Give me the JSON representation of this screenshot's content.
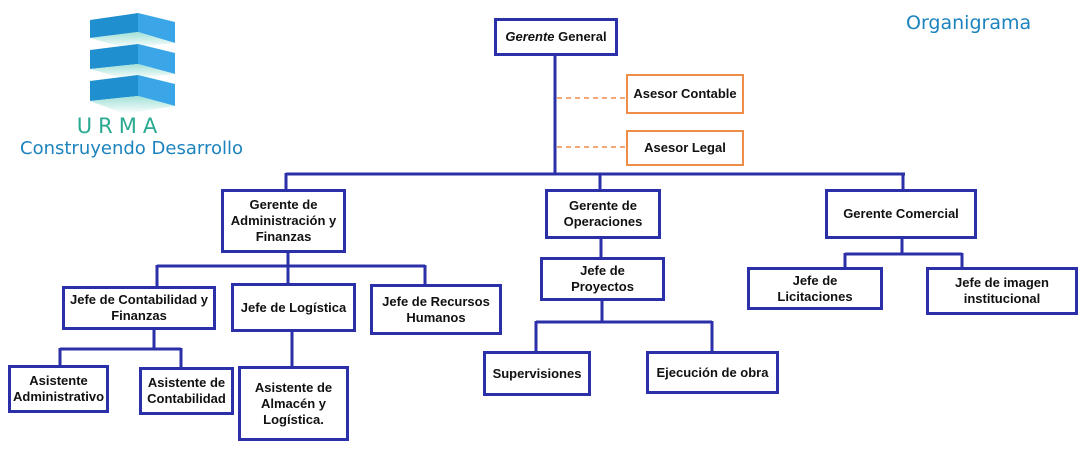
{
  "header": {
    "title": "Organigrama"
  },
  "logo": {
    "brand": "URMA",
    "tagline": "Construyendo Desarrollo",
    "icon": "building-stack-icon",
    "colors": {
      "primary": "#1c83bf",
      "secondary": "#2aaa91",
      "light": "#3aa6e8"
    }
  },
  "colors": {
    "line": "#2b2fa8",
    "advisor": "#ef8c4a",
    "title": "#1c83bf"
  },
  "nodes": {
    "gerente_general": {
      "label_italic": "Gerente",
      "label": " General"
    },
    "asesor_contable": {
      "label": "Asesor Contable"
    },
    "asesor_legal": {
      "label": "Asesor Legal"
    },
    "gerente_admin": {
      "label": "Gerente de Administración y Finanzas"
    },
    "gerente_operaciones": {
      "label": "Gerente de Operaciones"
    },
    "gerente_comercial": {
      "label": "Gerente Comercial"
    },
    "jefe_contabilidad": {
      "label": "Jefe de Contabilidad y Finanzas"
    },
    "jefe_logistica": {
      "label": "Jefe de Logística"
    },
    "jefe_rrhh": {
      "label": "Jefe de Recursos Humanos"
    },
    "jefe_proyectos": {
      "label": "Jefe de Proyectos"
    },
    "jefe_licitaciones": {
      "label": "Jefe de Licitaciones"
    },
    "jefe_imagen": {
      "label": "Jefe de imagen institucional"
    },
    "asistente_admin": {
      "label": "Asistente Administrativo"
    },
    "asistente_contabilidad": {
      "label": "Asistente de Contabilidad"
    },
    "asistente_almacen": {
      "label": "Asistente de Almacén y Logística."
    },
    "supervisiones": {
      "label": "Supervisiones"
    },
    "ejecucion_obra": {
      "label": "Ejecución de obra"
    }
  },
  "relations": [
    {
      "from": "gerente_general",
      "to": "gerente_admin"
    },
    {
      "from": "gerente_general",
      "to": "gerente_operaciones"
    },
    {
      "from": "gerente_general",
      "to": "gerente_comercial"
    },
    {
      "from": "gerente_general",
      "to": "asesor_contable",
      "type": "advisory"
    },
    {
      "from": "gerente_general",
      "to": "asesor_legal",
      "type": "advisory"
    },
    {
      "from": "gerente_admin",
      "to": "jefe_contabilidad"
    },
    {
      "from": "gerente_admin",
      "to": "jefe_logistica"
    },
    {
      "from": "gerente_admin",
      "to": "jefe_rrhh"
    },
    {
      "from": "jefe_contabilidad",
      "to": "asistente_admin"
    },
    {
      "from": "jefe_contabilidad",
      "to": "asistente_contabilidad"
    },
    {
      "from": "jefe_logistica",
      "to": "asistente_almacen"
    },
    {
      "from": "gerente_operaciones",
      "to": "jefe_proyectos"
    },
    {
      "from": "jefe_proyectos",
      "to": "supervisiones"
    },
    {
      "from": "jefe_proyectos",
      "to": "ejecucion_obra"
    },
    {
      "from": "gerente_comercial",
      "to": "jefe_licitaciones"
    },
    {
      "from": "gerente_comercial",
      "to": "jefe_imagen"
    }
  ]
}
